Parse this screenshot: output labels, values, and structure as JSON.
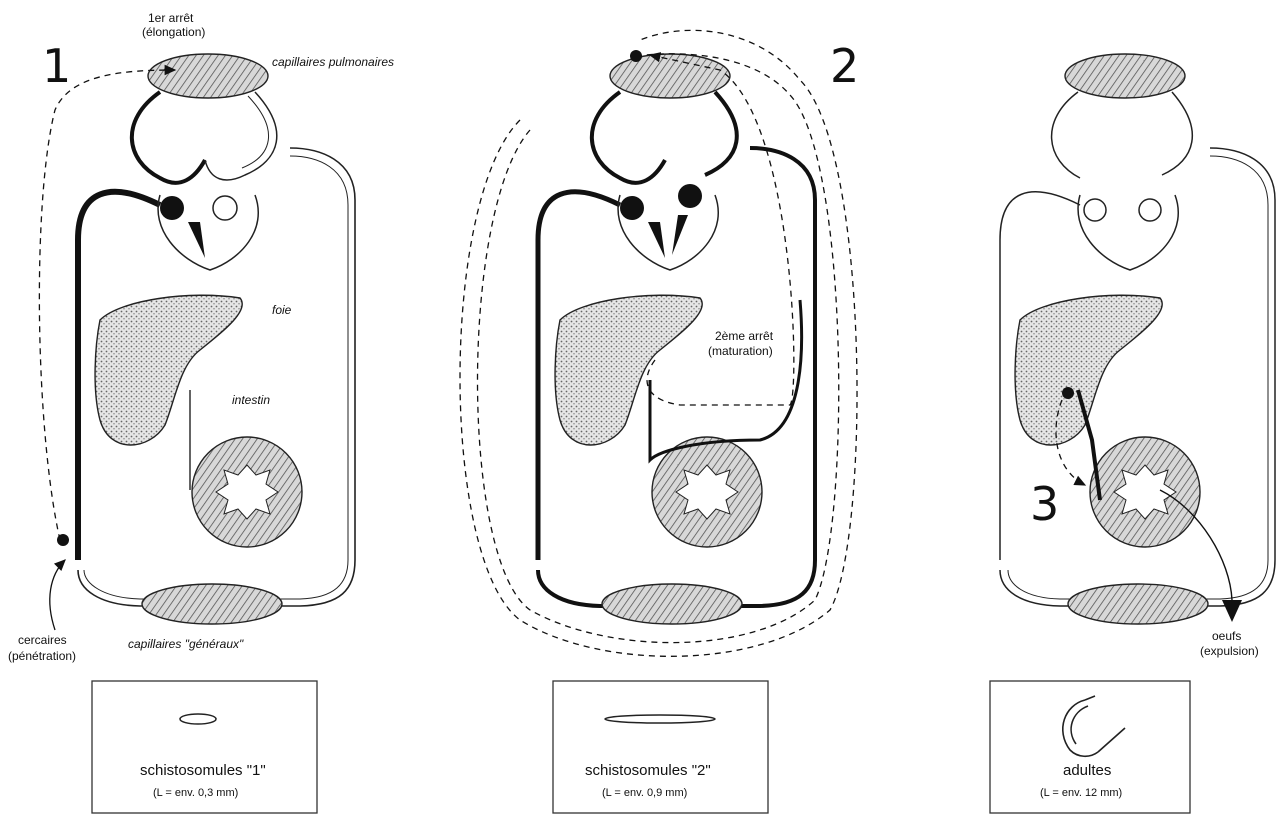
{
  "stages": [
    {
      "number": "1",
      "stop_label_line1": "1er arrêt",
      "stop_label_line2": "(élongation)",
      "capillaires_pulmonaires": "capillaires pulmonaires",
      "foie": "foie",
      "intestin": "intestin",
      "entry_line1": "cercaires",
      "entry_line2": "(pénétration)",
      "capillaires_generaux": "capillaires \"généraux\"",
      "box_title": "schistosomules \"1\"",
      "box_size": "(L = env. 0,3 mm)"
    },
    {
      "number": "2",
      "stop_label_line1": "2ème arrêt",
      "stop_label_line2": "(maturation)",
      "box_title": "schistosomules \"2\"",
      "box_size": "(L = env. 0,9 mm)"
    },
    {
      "number": "3",
      "exit_line1": "oeufs",
      "exit_line2": "(expulsion)",
      "box_title": "adultes",
      "box_size": "(L = env. 12 mm)"
    }
  ]
}
